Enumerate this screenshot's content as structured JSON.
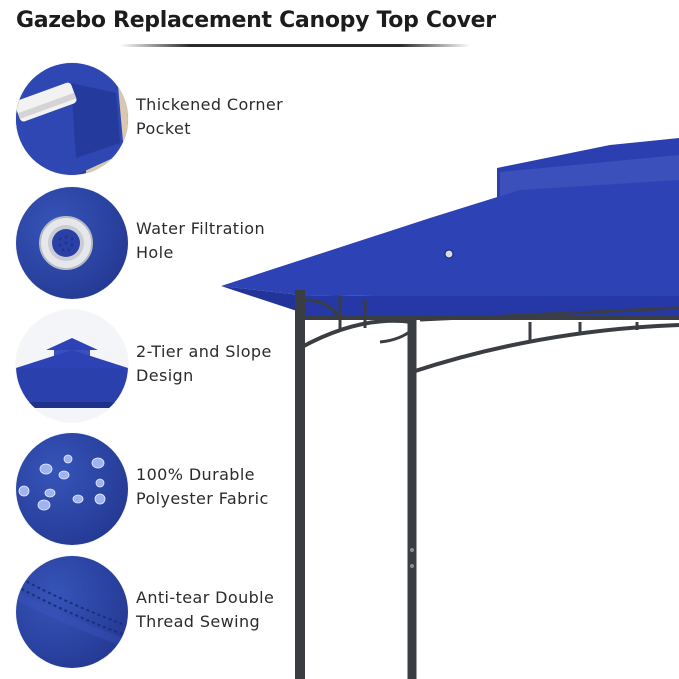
{
  "title": "Gazebo Replacement Canopy Top Cover",
  "colors": {
    "canopy_blue": "#2b3fb0",
    "frame": "#3a3d42",
    "text": "#2b2b2b"
  },
  "features": [
    {
      "icon": "corner-pocket-icon",
      "line1": "Thickened Corner",
      "line2": "Pocket"
    },
    {
      "icon": "water-filtration-hole-icon",
      "line1": "Water Filtration",
      "line2": "Hole"
    },
    {
      "icon": "two-tier-canopy-icon",
      "line1": "2-Tier and Slope",
      "line2": "Design"
    },
    {
      "icon": "water-droplets-icon",
      "line1": "100% Durable",
      "line2": "Polyester Fabric"
    },
    {
      "icon": "double-thread-seam-icon",
      "line1": "Anti-tear Double",
      "line2": "Thread Sewing"
    }
  ]
}
